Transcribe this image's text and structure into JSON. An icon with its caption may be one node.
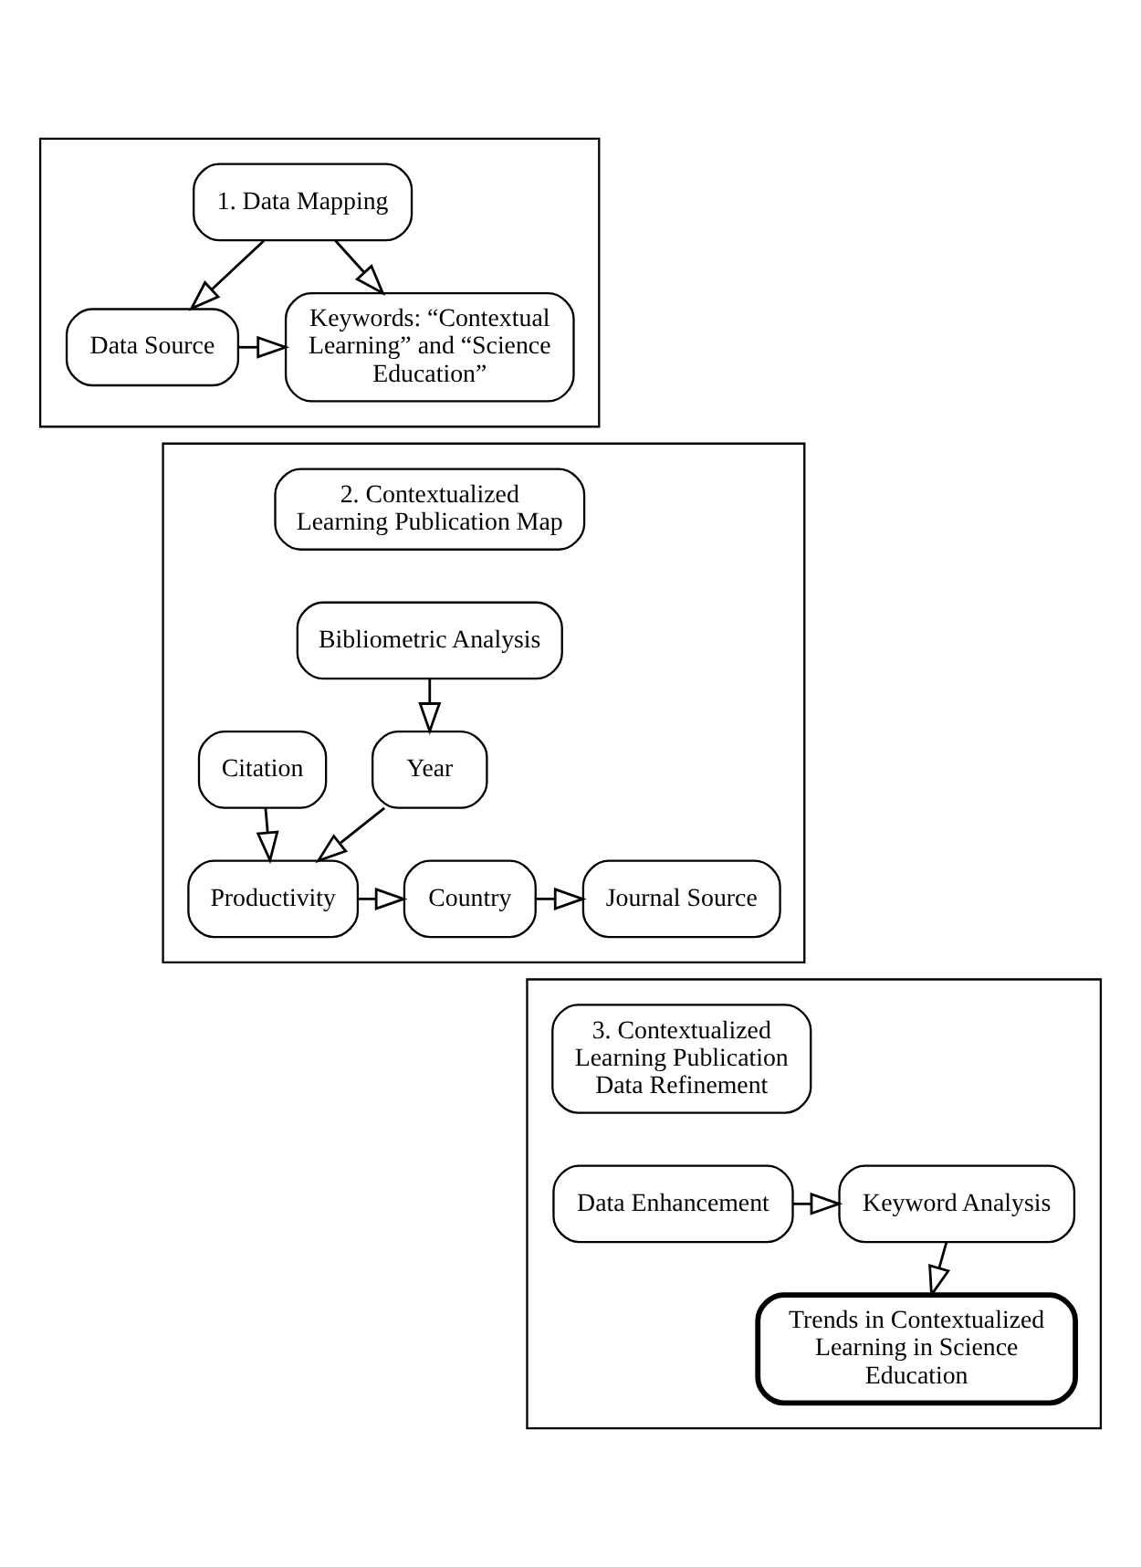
{
  "diagram": {
    "nodes": [
      {
        "text": [],
        "shape": "box"
      },
      {
        "text": [
          "1. Data Mapping"
        ],
        "in": 0
      },
      {
        "text": [
          "Data Source"
        ],
        "in": 0
      },
      {
        "text": [
          "Keywords: “Contextual Learning” and “Science Education”"
        ],
        "in": 0
      },
      {
        "text": [],
        "shape": "box"
      },
      {
        "text": [
          "2. Contextualized Learning Publication Map"
        ],
        "in": 4
      },
      {
        "text": [
          "Bibliometric Analysis"
        ],
        "in": 4
      },
      {
        "text": [
          "Year"
        ],
        "in": 4
      },
      {
        "text": [
          "Citation"
        ],
        "in": 4
      },
      {
        "text": [
          "Productivity"
        ],
        "in": 4
      },
      {
        "text": [
          "Country"
        ],
        "in": 4
      },
      {
        "text": [
          "Journal Source"
        ],
        "in": 4
      },
      {
        "text": [],
        "shape": "box"
      },
      {
        "text": [
          "3. Contextualized Learning Publication Data Refinement"
        ],
        "in": 12
      },
      {
        "text": [
          "Data Enhancement"
        ],
        "in": 12
      },
      {
        "text": [
          "Keyword Analysis"
        ],
        "in": 12
      },
      {
        "text": [
          "Trends in Contextualized Learning in Science Education"
        ],
        "in": 12
      }
    ],
    "edges": [
      {
        "from": 1,
        "to": 2,
        "arrow": "to"
      },
      {
        "from": 1,
        "to": 3,
        "arrow": "to"
      },
      {
        "from": 2,
        "to": 3,
        "arrow": "to"
      },
      {
        "from": 6,
        "to": 7,
        "arrow": "to"
      },
      {
        "from": 7,
        "to": 9,
        "arrow": "to"
      },
      {
        "from": 8,
        "to": 9,
        "arrow": "to"
      },
      {
        "from": 9,
        "to": 10,
        "arrow": "to"
      },
      {
        "from": 10,
        "to": 11,
        "arrow": "to"
      },
      {
        "from": 14,
        "to": 15,
        "arrow": "to"
      },
      {
        "from": 15,
        "to": 16,
        "arrow": "to"
      }
    ]
  }
}
